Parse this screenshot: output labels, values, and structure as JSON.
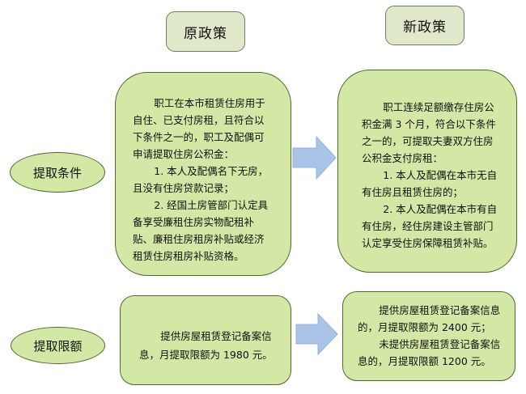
{
  "headers": {
    "old": "原政策",
    "new": "新政策"
  },
  "row_labels": {
    "conditions": "提取条件",
    "limit": "提取限额"
  },
  "old_conditions": {
    "lines": [
      "职工在本市租赁住房用于",
      "自住、已支付房租，且符合以",
      "下条件之一的，职工及配偶可",
      "申请提取住房公积金：",
      "1. 本人及配偶名下无房，",
      "且没有住房贷款记录；",
      "2. 经国土房管部门认定具",
      "备享受廉租住房实物配租补",
      "贴、廉租住房租房补贴或经济",
      "租赁住房租房补贴资格。"
    ]
  },
  "new_conditions": {
    "lines": [
      "职工连续足额缴存住房公",
      "积金满 3 个月，符合以下条件",
      "之一的，可提取夫妻双方住房",
      "公积金支付房租：",
      "1. 本人及配偶在本市无自",
      "有住房且租赁住房的；",
      "2. 本人及配偶在本市有自",
      "有住房，经住房建设主管部门",
      "认定享受住房保障租赁补贴。"
    ]
  },
  "old_limit": {
    "lines": [
      "提供房屋租赁登记备案信",
      "息，月提取限额为 1980 元。"
    ]
  },
  "new_limit": {
    "lines": [
      "提供房屋租赁登记备案信息",
      "的，月提取限额为 2400 元；",
      "未提供房屋租赁登记备案信",
      "息的，月提取限额 1200 元。"
    ]
  },
  "colors": {
    "box_fill": "#d4e8a6",
    "box_border": "#4b6b2a",
    "header_fill": "#dfe9ca",
    "arrow_fill": "#a9c4e6"
  }
}
